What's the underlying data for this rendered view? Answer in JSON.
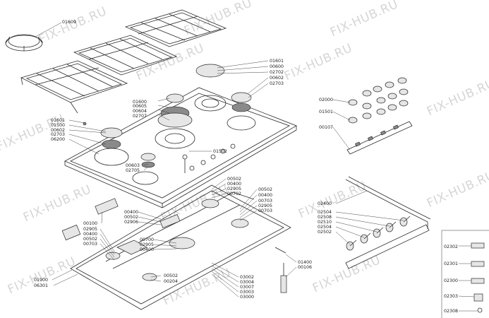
{
  "watermark": "FIX-HUB.RU",
  "colors": {
    "line": "#333333",
    "watermark": "#d6d6d6",
    "background": "#ffffff"
  },
  "callouts": {
    "pan_support": [
      "01609"
    ],
    "cooktop_top_right": [
      "01601",
      "00600",
      "02702",
      "00602",
      "02703"
    ],
    "cooktop_center": [
      "01600",
      "00605",
      "00604",
      "02707"
    ],
    "cooktop_left": [
      "01601",
      "01500",
      "00602",
      "02703",
      "06200"
    ],
    "cooktop_front": [
      "00603",
      "02705"
    ],
    "cooktop_pin": [
      "01502"
    ],
    "knobs": [
      "02000",
      "01501",
      "00107"
    ],
    "valves_top": [
      "00502",
      "00400",
      "02905",
      "00702"
    ],
    "valves_right": [
      "00502",
      "00400",
      "00703",
      "02905",
      "00703"
    ],
    "bracket_left": [
      "00400",
      "00502",
      "02906"
    ],
    "housing_left": [
      "00100",
      "02905",
      "00400",
      "00502",
      "00703"
    ],
    "housing_center": [
      "00700",
      "02905",
      "00400"
    ],
    "housing_bottom": [
      "00502",
      "00204"
    ],
    "housing_frame": [
      "01900",
      "06301"
    ],
    "gas_pipe_group": [
      "03002",
      "03004",
      "03007",
      "03003",
      "03000"
    ],
    "inlet": [
      "01400",
      "00106"
    ],
    "manifold": [
      "02400",
      "02504",
      "02508",
      "02510",
      "02504",
      "02502"
    ],
    "nozzles": [
      "02302",
      "02301",
      "02300",
      "02303",
      "02308"
    ]
  }
}
